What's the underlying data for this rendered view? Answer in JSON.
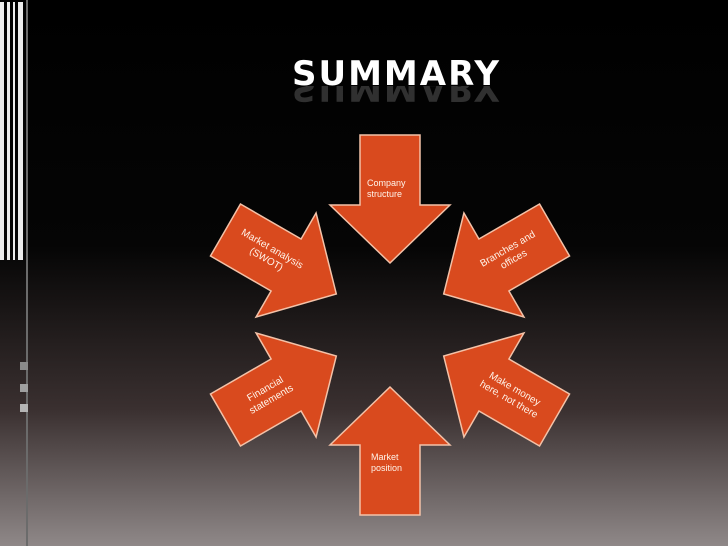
{
  "slide": {
    "title": "SUMMARY"
  },
  "diagram": {
    "arrow_color": "#d94a1e",
    "arrow_stroke": "#f3c2a8",
    "arrows": [
      {
        "id": "company-structure",
        "lines": [
          "Company",
          "structure"
        ]
      },
      {
        "id": "branches-offices",
        "lines": [
          "Branches and",
          "offices"
        ]
      },
      {
        "id": "make-money",
        "lines": [
          "Make money",
          "here, not there"
        ]
      },
      {
        "id": "market-position",
        "lines": [
          "Market",
          "position"
        ]
      },
      {
        "id": "financial-statements",
        "lines": [
          "Financial",
          "statements"
        ]
      },
      {
        "id": "market-analysis",
        "lines": [
          "Market analysis",
          "(SWOT)"
        ]
      }
    ]
  }
}
